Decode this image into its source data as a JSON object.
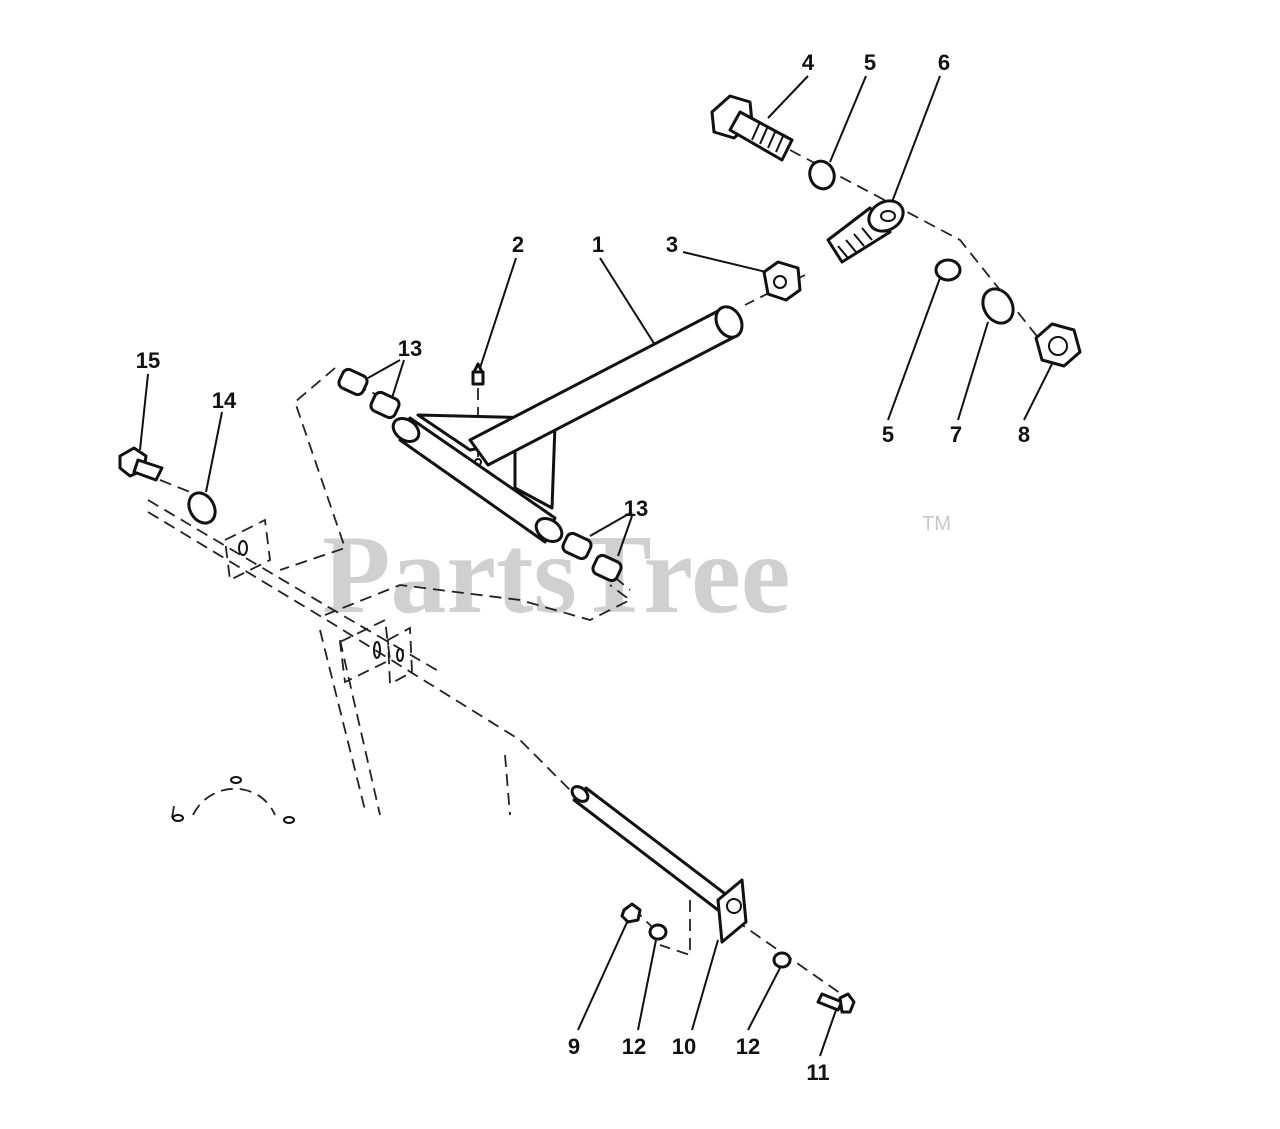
{
  "watermark": {
    "brand": "PartsTree",
    "trademark": "TM"
  },
  "callouts": {
    "c1": "1",
    "c2": "2",
    "c3": "3",
    "c4": "4",
    "c5a": "5",
    "c5b": "5",
    "c6": "6",
    "c7": "7",
    "c8": "8",
    "c9": "9",
    "c10": "10",
    "c11": "11",
    "c12a": "12",
    "c12b": "12",
    "c13a": "13",
    "c13b": "13",
    "c14": "14",
    "c15": "15"
  }
}
